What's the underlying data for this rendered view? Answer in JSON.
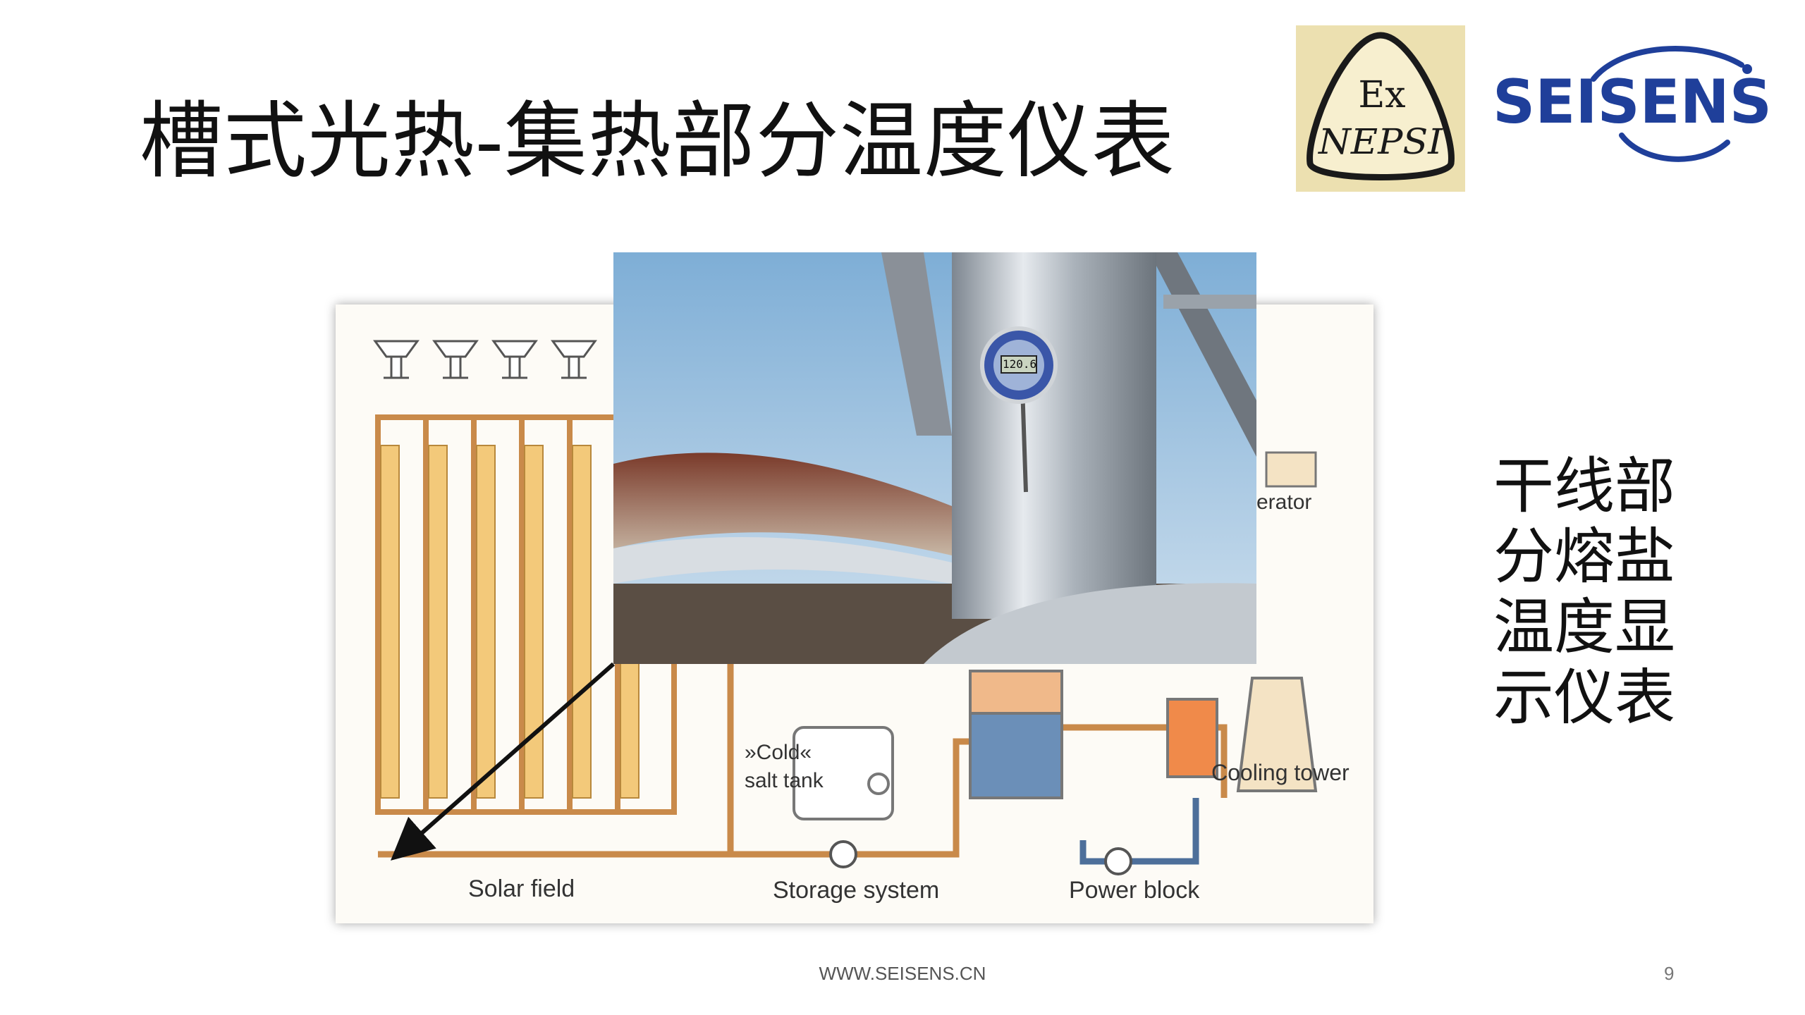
{
  "slide": {
    "title": "槽式光热-集热部分温度仪表",
    "side_text_lines": [
      "干线部",
      "分熔盐",
      "温度显",
      "示仪表"
    ],
    "footer": "WWW.SEISENS.CN",
    "page_number": "9"
  },
  "logos": {
    "nepsi_line1": "Ex",
    "nepsi_line2": "NEPSI",
    "seisens": "SEISENS",
    "seisens_color": "#1f3f9a"
  },
  "diagram": {
    "labels": {
      "solar_field": "Solar field",
      "storage_system": "Storage system",
      "power_block": "Power block",
      "cold_salt_tank_line1": "»Cold«",
      "cold_salt_tank_line2": "salt tank",
      "cooling_tower": "Cooling tower",
      "generator_fragment": "erator"
    },
    "colors": {
      "collector": "#f3c97a",
      "hot_pipe": "#c98a4a",
      "cold_pipe": "#4d6f9a"
    }
  },
  "photo": {
    "gauge_reading": "120.6"
  }
}
